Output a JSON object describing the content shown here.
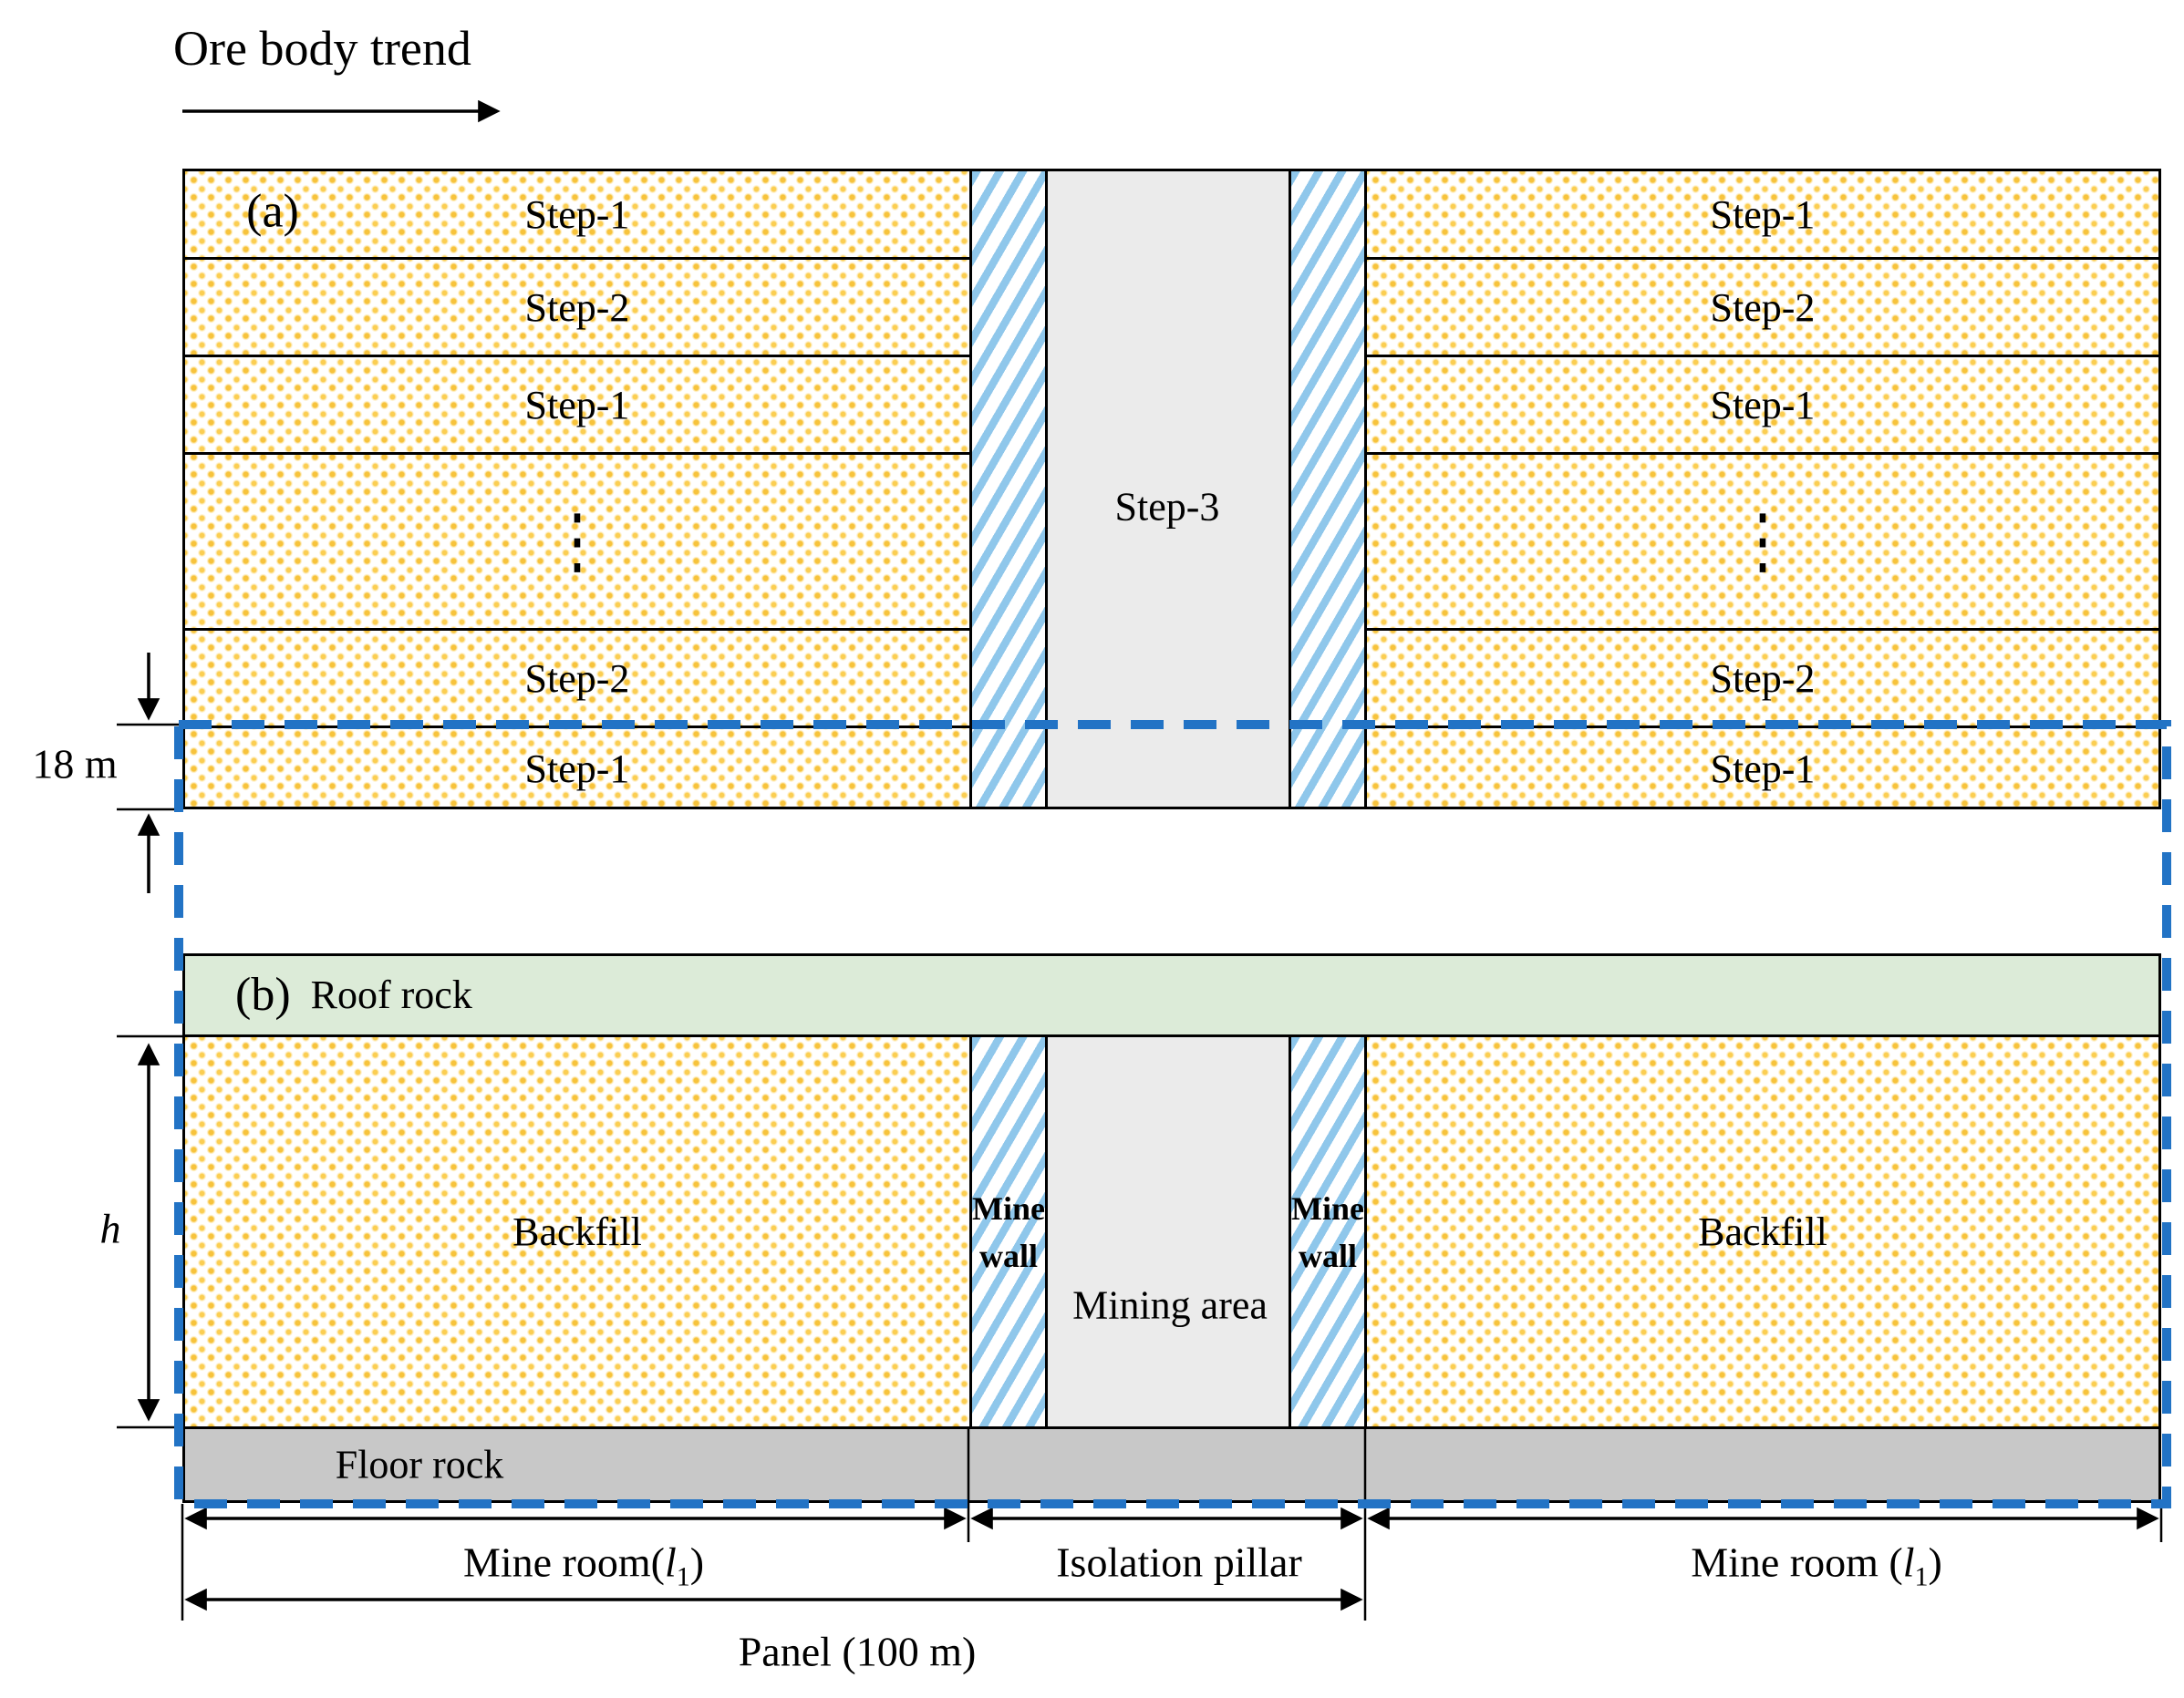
{
  "title": {
    "ore_body_trend": "Ore body trend"
  },
  "panel_a": {
    "label": "(a)",
    "left_strips": [
      {
        "label": "Step-1"
      },
      {
        "label": "Step-2"
      },
      {
        "label": "Step-1"
      },
      {
        "label": "⋮"
      },
      {
        "label": "Step-2"
      },
      {
        "label": "Step-1"
      }
    ],
    "right_strips": [
      {
        "label": "Step-1"
      },
      {
        "label": "Step-2"
      },
      {
        "label": "Step-1"
      },
      {
        "label": "⋮"
      },
      {
        "label": "Step-2"
      },
      {
        "label": "Step-1"
      }
    ],
    "pillar_label": "Step-3"
  },
  "panel_b": {
    "label": "(b)",
    "roof_label": "Roof rock",
    "backfill_left": "Backfill",
    "backfill_right": "Backfill",
    "mine_wall_left": {
      "line1": "Mine",
      "line2": "wall"
    },
    "mine_wall_right": {
      "line1": "Mine",
      "line2": "wall"
    },
    "mining_area": "Mining area",
    "floor_label": "Floor rock"
  },
  "dimensions": {
    "step_height": "18 m",
    "fill_height": "h",
    "mine_room_left": {
      "prefix": "Mine room(",
      "variable": "l",
      "subscript": "1",
      "suffix": ")"
    },
    "isolation_pillar": "Isolation pillar",
    "mine_room_right": {
      "prefix": "Mine room (",
      "variable": "l",
      "subscript": "1",
      "suffix": ")"
    },
    "panel_width": "Panel (100 m)"
  },
  "colors": {
    "backfill_dot": "#F7C33C",
    "mine_wall_hatch": "#8FC7EB",
    "boundary_dash": "#2273C5",
    "roof_rock": "#DCEBD8",
    "floor_rock": "#C8C8C8",
    "mining_area_gray": "#EBEBEB"
  }
}
